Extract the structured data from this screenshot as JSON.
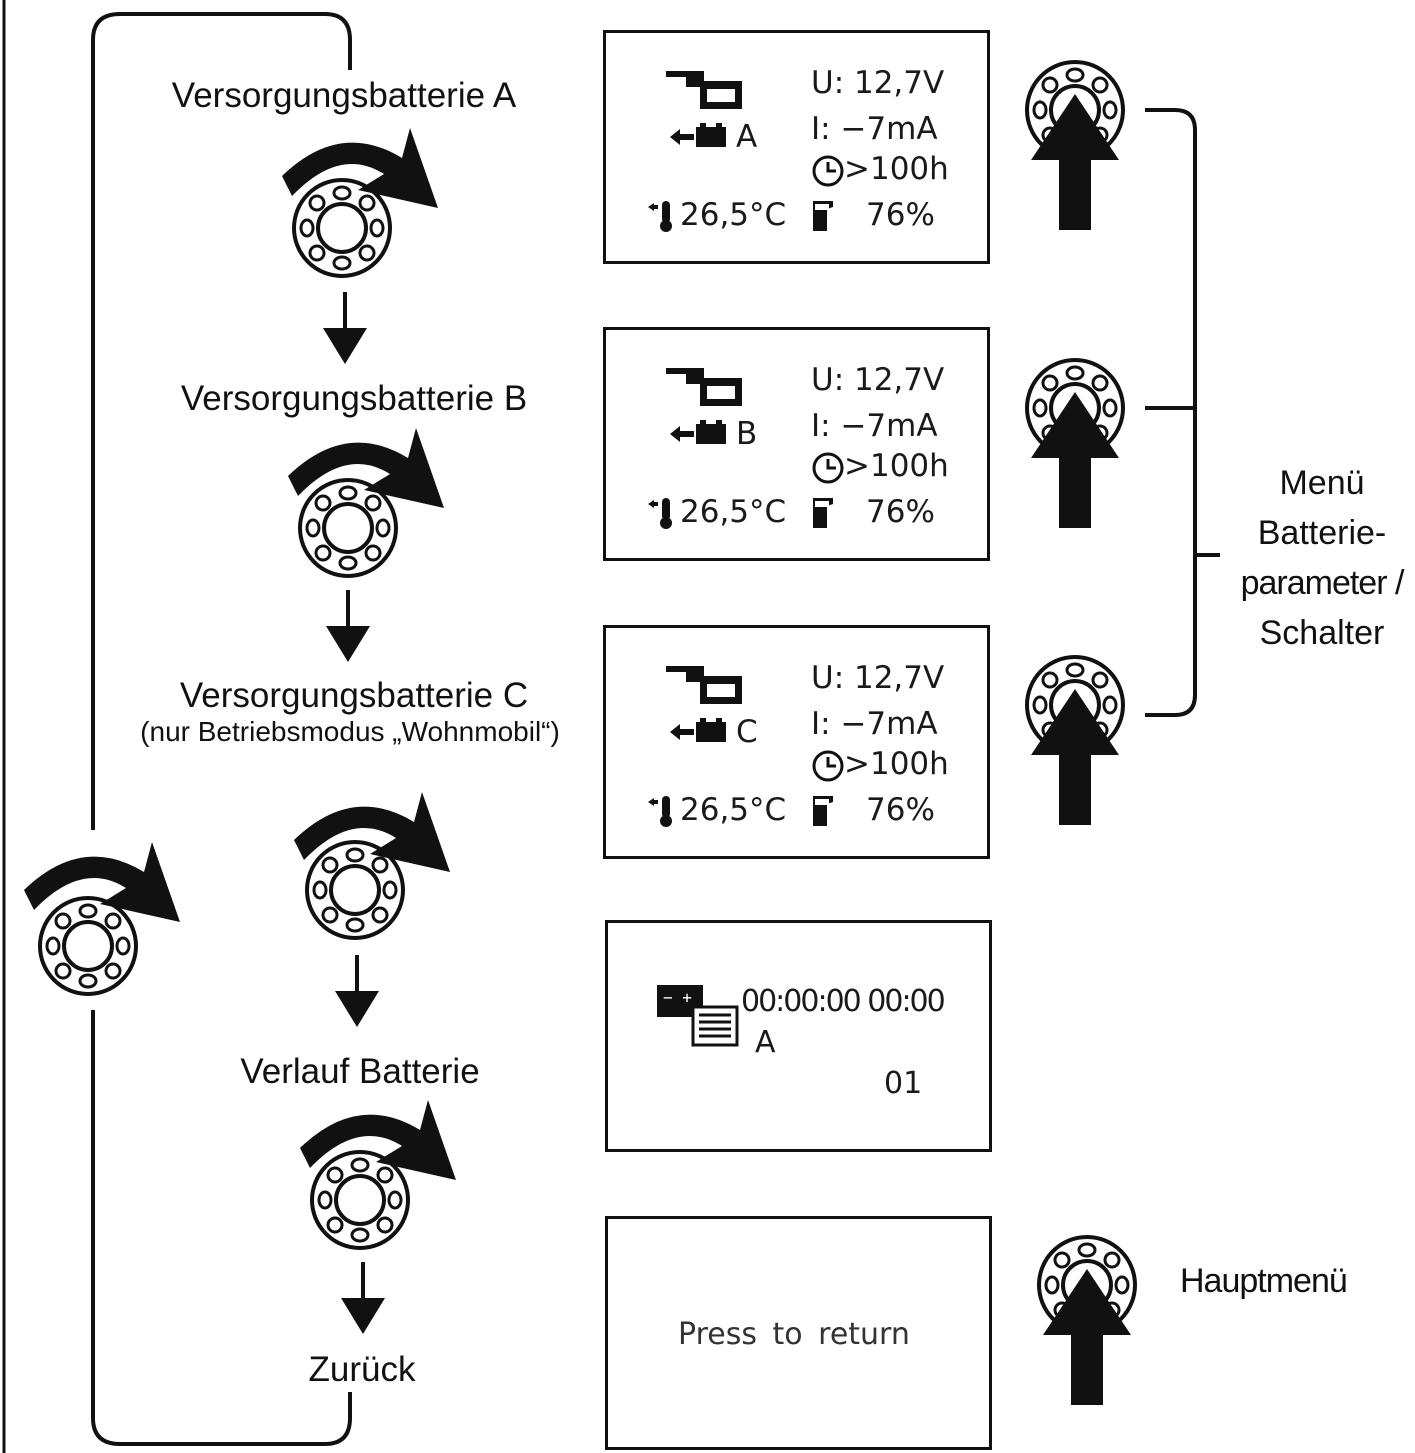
{
  "steps": {
    "battery_a": "Versorgungsbatterie A",
    "battery_b": "Versorgungsbatterie B",
    "battery_c": "Versorgungsbatterie C",
    "battery_c_note": "(nur Betriebsmodus „Wohnmobil“)",
    "history": "Verlauf Batterie",
    "back": "Zurück"
  },
  "screens": [
    {
      "battery": "A",
      "voltage": "U: 12,7V",
      "current": "I: −7mA",
      "time": ">100h",
      "temperature": "26,5°C",
      "charge": "76%"
    },
    {
      "battery": "B",
      "voltage": "U: 12,7V",
      "current": "I: −7mA",
      "time": ">100h",
      "temperature": "26,5°C",
      "charge": "76%"
    },
    {
      "battery": "C",
      "voltage": "U: 12,7V",
      "current": "I: −7mA",
      "time": ">100h",
      "temperature": "26,5°C",
      "charge": "76%"
    }
  ],
  "history_screen": {
    "datetime": "00:00:00 00:00",
    "battery": "A",
    "index": "01"
  },
  "return_screen": {
    "text": "Press to return"
  },
  "side_menu": {
    "line1": "Menü",
    "line2": "Batterie-",
    "line3": "parameter /",
    "line4": "Schalter"
  },
  "main_menu": "Hauptmenü",
  "icons": [
    "rotary-knob-icon",
    "turn-arrow-icon",
    "press-arrow-icon",
    "plug-icon",
    "battery-icon",
    "clock-icon",
    "thermometer-icon",
    "charge-level-icon",
    "history-log-icon"
  ]
}
